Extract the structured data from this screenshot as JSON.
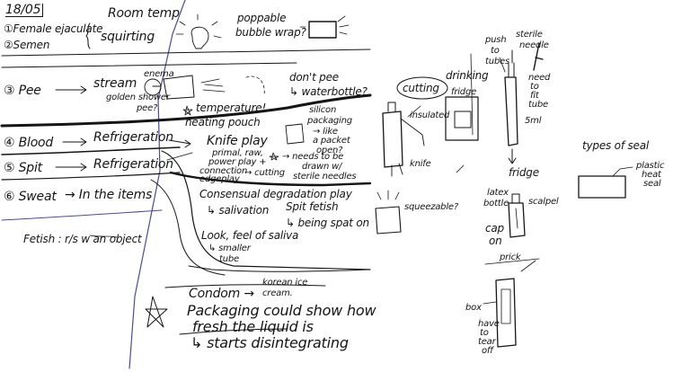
{
  "left_page": {
    "date": "18/05",
    "list_top": [
      "①Female ejaculate",
      "②Semen"
    ],
    "room_temp": "Room temp",
    "squirting": "squirting",
    "poppable": "poppable",
    "bubble_wrap": "bubble wrap?",
    "pee": "③ Pee",
    "stream": "stream",
    "golden_shower": "golden shower",
    "enema": "enema",
    "pee_small": "pee?",
    "dont_pee": "don't pee",
    "waterbottle": "↳ waterbottle?",
    "temperature": "temperature!",
    "heating_pouch": "heating pouch",
    "silicon": [
      "silicon",
      "packaging",
      "→ like",
      "a packet",
      "open?"
    ],
    "blood": "④ Blood",
    "refrigeration_1": "Refrigeration",
    "knife_play": "Knife play",
    "knife_sub": [
      "primal, raw,",
      "power play +",
      "connection",
      "edgeplay",
      "→ cutting"
    ],
    "needs_drawn": [
      "→ needs to be",
      "drawn w/",
      "sterile needles"
    ],
    "spit": "⑤ Spit",
    "refrigeration_2": "Refrigeration",
    "sweat": "⑥ Sweat",
    "in_items": "→ In the items",
    "consensual": "Consensual degradation play",
    "salivation": "↳ salivation",
    "spit_fetish": "Spit fetish",
    "being_spat": "↳ being spat on",
    "look_feel": "Look, feel of saliva",
    "smaller_tube": [
      "↳ smaller",
      "tube"
    ],
    "fetish": "Fetish : r/s w an object",
    "condom": "Condom →",
    "korean_ice": [
      "korean ice",
      "cream."
    ],
    "packaging": [
      "Packaging could show how",
      "fresh the liquid is"
    ],
    "starts": "↳ starts disintegrating"
  },
  "right_page": {
    "cutting_drinking": [
      "cutting",
      "drinking"
    ],
    "fridge_1": "fridge",
    "insulated": "insulated",
    "knife": "knife",
    "push_to_tubes": [
      "push",
      "to",
      "tubes"
    ],
    "sterile_needle": [
      "sterile",
      "needle"
    ],
    "need_tube": [
      "need",
      "to",
      "fit",
      "tube"
    ],
    "five_ml": "5ml",
    "fridge_2": "fridge",
    "types_of_seal": "types of seal",
    "plastic_heat_seal": [
      "plastic",
      "heat",
      "seal"
    ],
    "squeezable": "squeezable?",
    "latex_bottle": [
      "latex",
      "bottle"
    ],
    "cap_on": [
      "cap",
      "on"
    ],
    "scalpel": "scalpel",
    "prick": "prick",
    "box": "box",
    "have_to_tear": [
      "have",
      "to",
      "tear",
      "off"
    ]
  },
  "colors": {
    "ink": "#151515",
    "blue_ink": "#4a4e8c",
    "paper": "#ffffff"
  }
}
